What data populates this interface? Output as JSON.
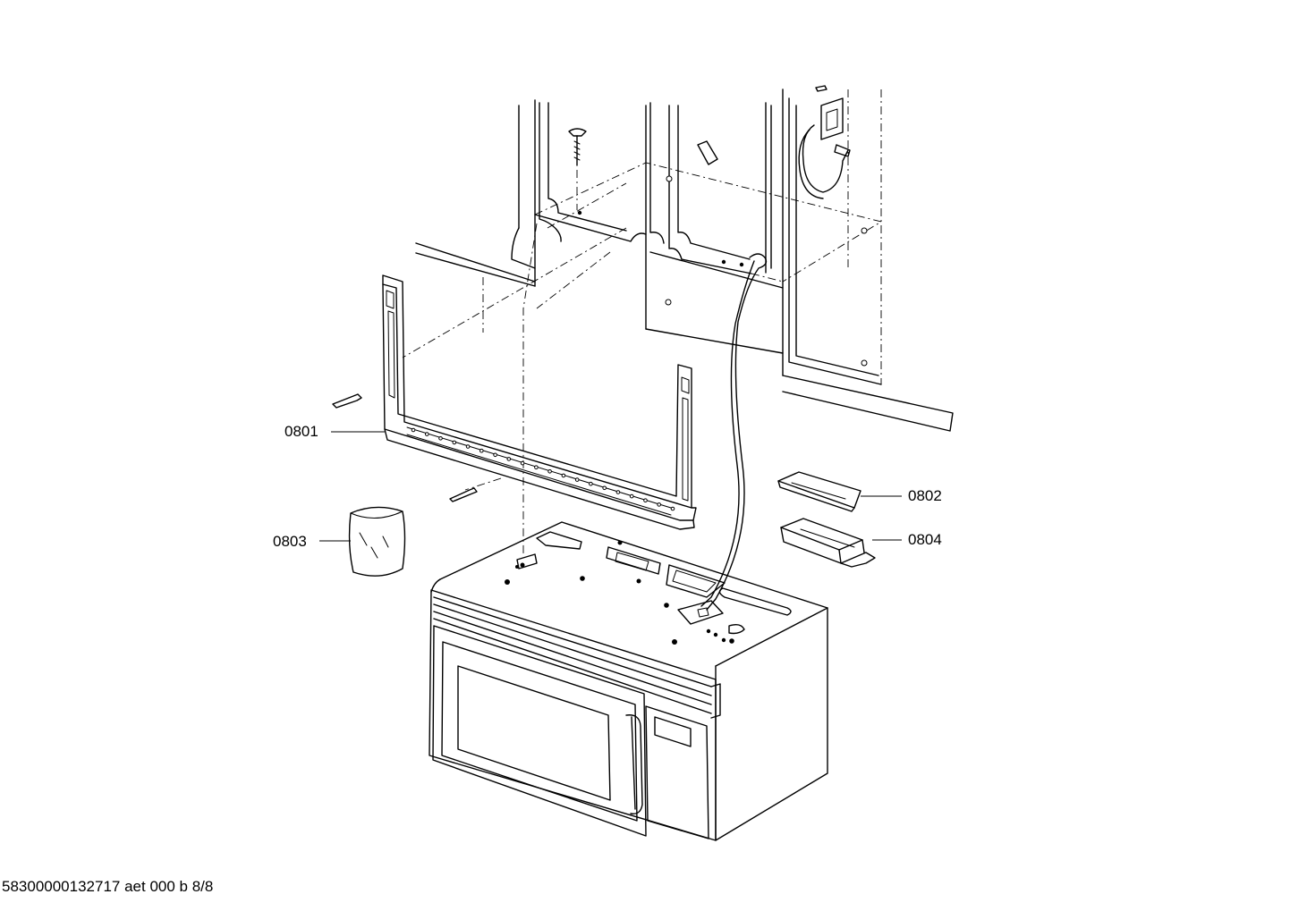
{
  "diagram": {
    "callouts": [
      {
        "id": "0801",
        "label": "0801"
      },
      {
        "id": "0802",
        "label": "0802"
      },
      {
        "id": "0803",
        "label": "0803"
      },
      {
        "id": "0804",
        "label": "0804"
      }
    ],
    "footer": "58300000132717 aet 000 b 8/8"
  }
}
